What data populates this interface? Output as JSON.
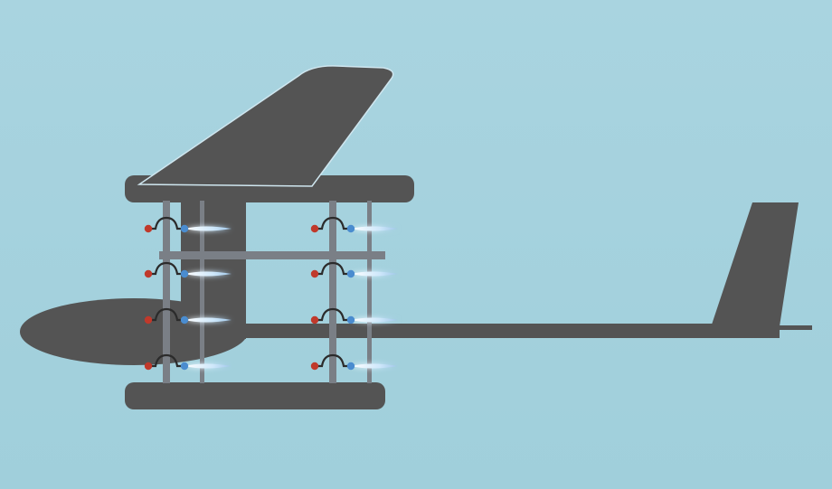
{
  "diagram": {
    "colors": {
      "sky_top": "#a9d4e0",
      "sky_bottom": "#a0cfdb",
      "body": "#545454",
      "strut": "#7a7f86",
      "wire": "#2b2b2b",
      "positive_terminal": "#c0392b",
      "negative_terminal": "#4a8ccf",
      "electrode_glow": "#eaf6ff",
      "wing_outline": "#cfe6ef"
    },
    "stages": [
      {
        "row": 1,
        "column": "front"
      },
      {
        "row": 2,
        "column": "front"
      },
      {
        "row": 3,
        "column": "front"
      },
      {
        "row": 4,
        "column": "front"
      },
      {
        "row": 1,
        "column": "rear"
      },
      {
        "row": 2,
        "column": "rear"
      },
      {
        "row": 3,
        "column": "rear"
      },
      {
        "row": 4,
        "column": "rear"
      }
    ]
  }
}
